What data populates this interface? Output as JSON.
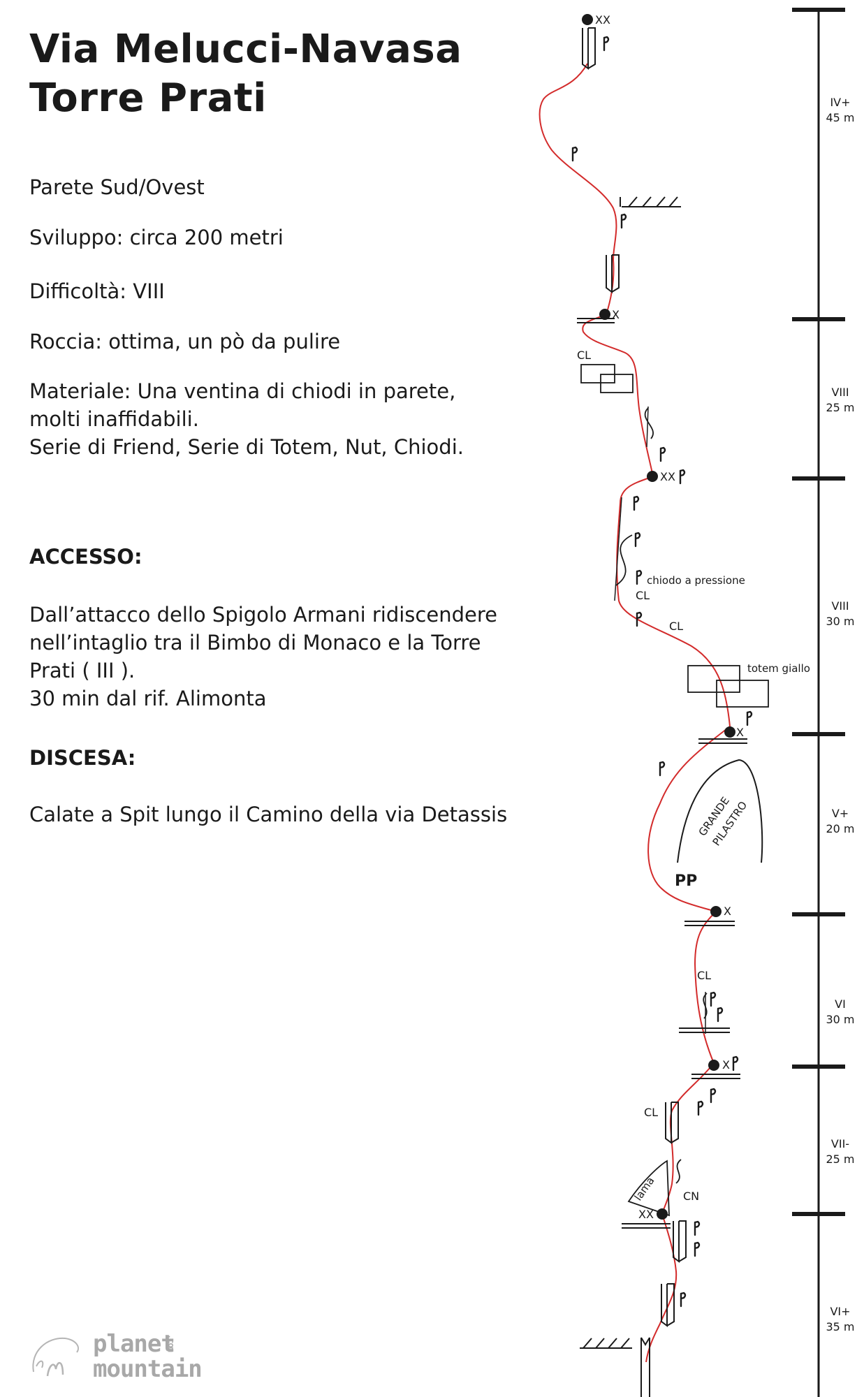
{
  "title": [
    "Via Melucci-Navasa",
    "Torre Prati"
  ],
  "info": {
    "parete": "Parete Sud/Ovest",
    "sviluppo": "Sviluppo: circa 200 metri",
    "difficolta": "Difficoltà: VIII",
    "roccia": "Roccia:  ottima, un pò da pulire",
    "materiale": [
      "Materiale: Una ventina di chiodi in parete,",
      "molti inaffidabili.",
      "Serie di Friend, Serie di Totem, Nut, Chiodi."
    ]
  },
  "accesso": {
    "heading": "ACCESSO:",
    "lines": [
      "Dall’attacco dello Spigolo Armani ridiscendere",
      "nell’intaglio tra il Bimbo di Monaco e la Torre",
      "Prati ( III ).",
      "30 min dal rif. Alimonta"
    ]
  },
  "discesa": {
    "heading": "DISCESA:",
    "text": "Calate a Spit lungo il Camino della via Detassis"
  },
  "pitches": [
    {
      "grade": "IV+",
      "length": "45 m"
    },
    {
      "grade": "VIII",
      "length": "25 m"
    },
    {
      "grade": "VIII",
      "length": "30 m"
    },
    {
      "grade": "V+",
      "length": "20 m"
    },
    {
      "grade": "VI",
      "length": "30 m"
    },
    {
      "grade": "VII-",
      "length": "25 m"
    },
    {
      "grade": "VI+",
      "length": "35 m"
    }
  ],
  "topo_labels": {
    "xx_top": "XX",
    "x1": "X",
    "cl1": "CL",
    "xx2": "XX",
    "chiodo": "chiodo a pressione",
    "cl2": "CL",
    "cl3": "CL",
    "totem": "totem giallo",
    "x3": "X",
    "grande": "GRANDE",
    "pilastro": "PILASTRO",
    "pp": "PP",
    "x4": "X",
    "cl4": "CL",
    "x5": "X",
    "cl5": "CL",
    "lama": "lama",
    "cn": "CN",
    "xx6": "XX"
  },
  "logo": {
    "line1": "planet",
    "line2": "mountain",
    "suffix": ".com"
  },
  "colors": {
    "route": "#d32b2b",
    "ink": "#1a1a1a"
  }
}
